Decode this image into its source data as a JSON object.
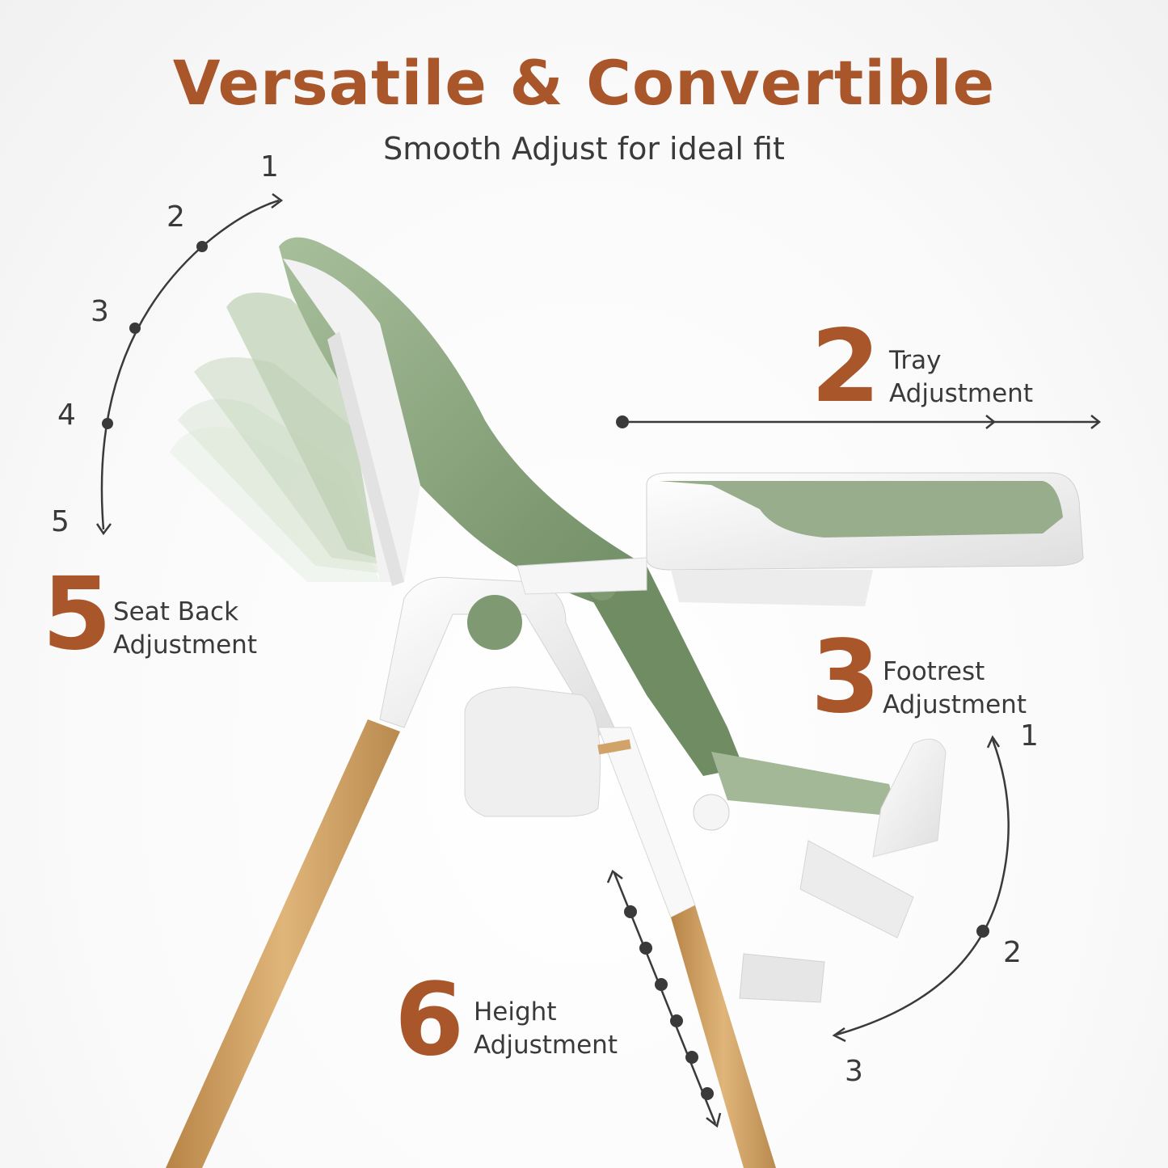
{
  "header": {
    "title": "Versatile & Convertible",
    "subtitle": "Smooth Adjust for ideal fit"
  },
  "features": {
    "tray": {
      "number": "2",
      "line1": "Tray",
      "line2": "Adjustment"
    },
    "seat_back": {
      "number": "5",
      "line1": "Seat Back",
      "line2": "Adjustment"
    },
    "footrest": {
      "number": "3",
      "line1": "Footrest",
      "line2": "Adjustment"
    },
    "height": {
      "number": "6",
      "line1": "Height",
      "line2": "Adjustment"
    }
  },
  "seat_back_positions": [
    "1",
    "2",
    "3",
    "4",
    "5"
  ],
  "footrest_positions": [
    "1",
    "2",
    "3"
  ],
  "colors": {
    "accent": "#a9562a",
    "text": "#3a3a3a",
    "sage_green": "#7f9a72",
    "light_green": "#b9cbb0",
    "wood": "#d2a368",
    "white_plastic": "#f4f4f4"
  }
}
